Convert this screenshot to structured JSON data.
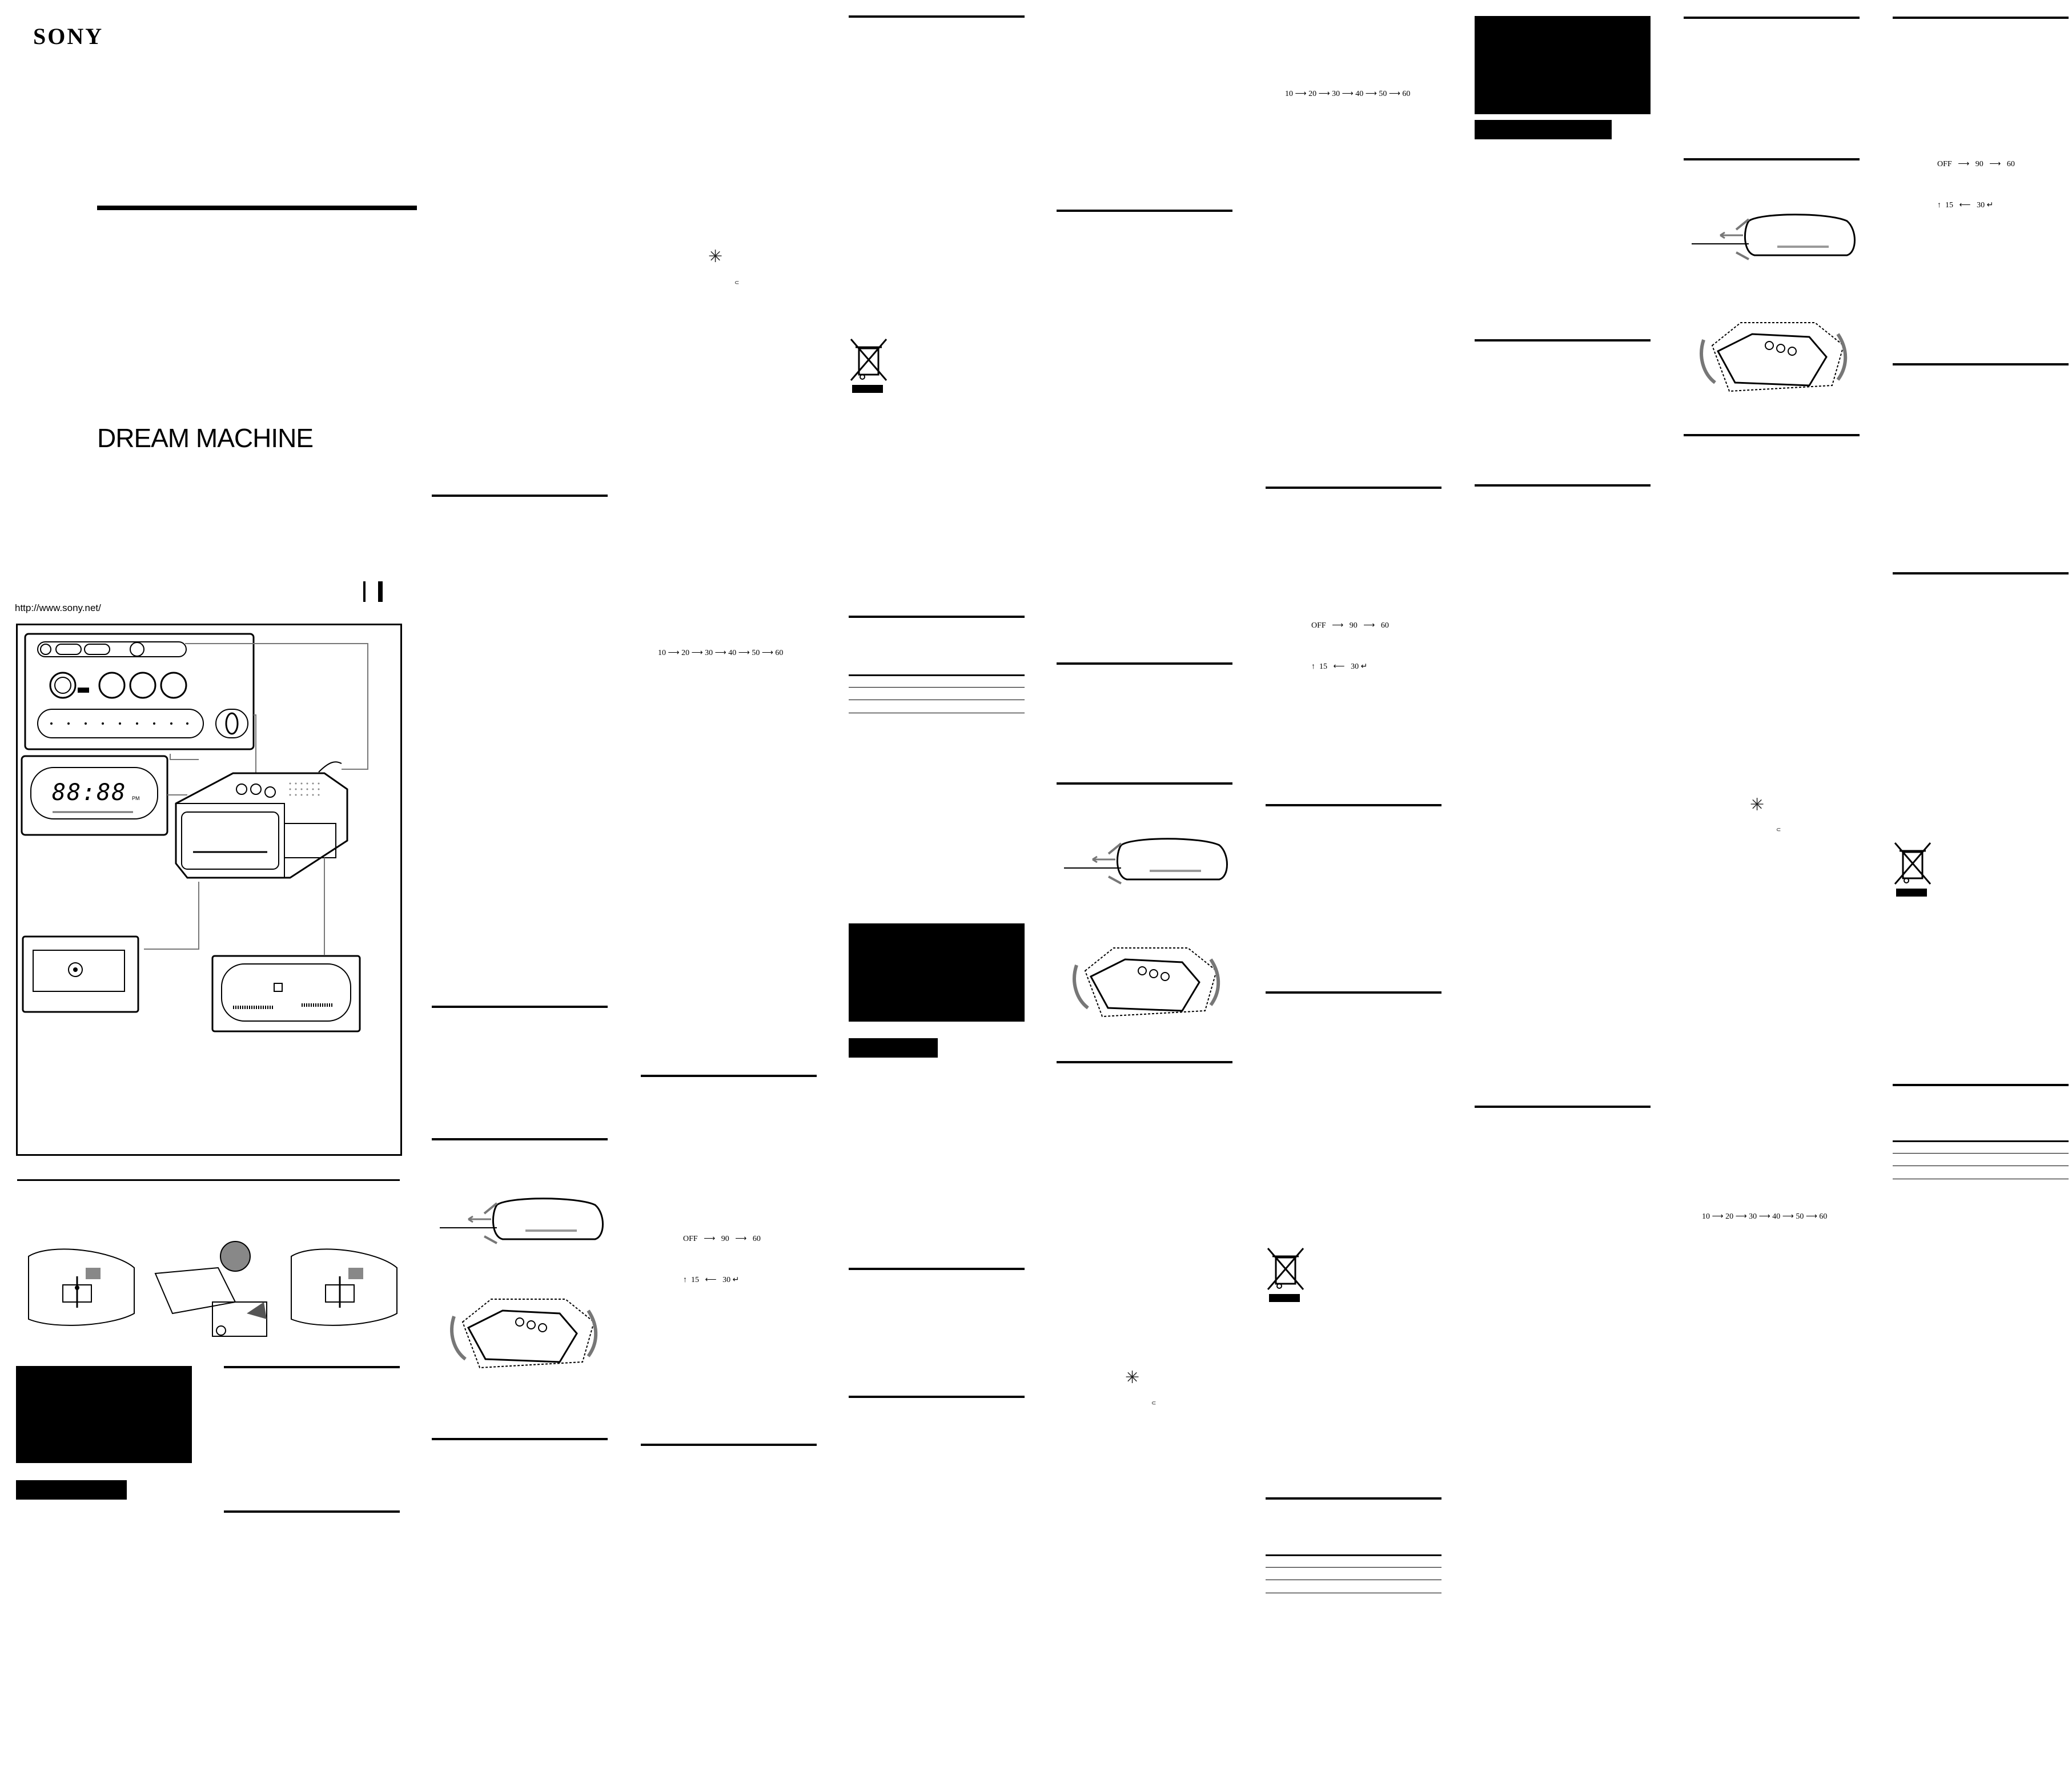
{
  "cover": {
    "brand": "SONY",
    "product_name": "DREAM MACHINE",
    "url": "http://www.sony.net/"
  },
  "display": {
    "digits": "88:88",
    "pm": "PM"
  },
  "sequences": {
    "snooze": [
      "10",
      "20",
      "30",
      "40",
      "50",
      "60"
    ],
    "sleep_top": [
      "OFF",
      "90",
      "60"
    ],
    "sleep_bottom": [
      "15",
      "30"
    ]
  },
  "icons": {
    "weee": "crossed-out-wheeled-bin-icon",
    "backup": "sparkle-icon",
    "arrow": "right-arrow-icon"
  },
  "colors": {
    "ink": "#000000",
    "paper": "#ffffff",
    "illustration_gray": "#777777"
  }
}
